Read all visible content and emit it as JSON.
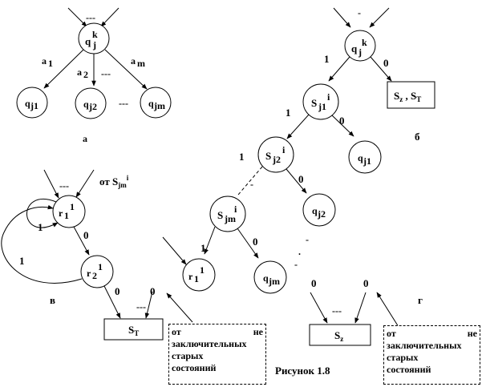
{
  "figure_caption": "Рисунок 1.8",
  "panels": {
    "a": {
      "label": "а",
      "top_node": "q",
      "top_sup": "k",
      "top_sub": "j",
      "children": [
        "q",
        "q",
        "q"
      ],
      "children_sub": [
        "j1",
        "j2",
        "jm"
      ],
      "edge_labels": [
        "a",
        "a",
        "a"
      ],
      "edge_subs": [
        "1",
        "2",
        "m"
      ],
      "dots": "---",
      "between_dots": "---"
    },
    "b": {
      "label": "б",
      "top_node": "q",
      "top_sup": "k",
      "top_sub": "j",
      "bit_1": "1",
      "bit_0": "0",
      "box_text": "S",
      "box_sub_1": "z",
      "box_sep": " , ",
      "box_sub_2": "T",
      "s_nodes": [
        {
          "text": "S",
          "sub": "j1",
          "sup": "i"
        },
        {
          "text": "S",
          "sub": "j2",
          "sup": "i"
        },
        {
          "text": "S",
          "sub": "jm",
          "sup": "i"
        }
      ],
      "q_nodes": [
        {
          "text": "q",
          "sub": "j1"
        },
        {
          "text": "q",
          "sub": "j2"
        }
      ]
    },
    "v": {
      "label": "в",
      "from_text": "от S",
      "from_sub": "jm",
      "from_sup": "i",
      "node_r1": "r",
      "node_r1_sub": "1",
      "node_r1_sup": "1",
      "node_r2": "r",
      "node_r2_sub": "2",
      "node_r2_sup": "1",
      "loop_1": "1",
      "loop_back_1": "1",
      "edge_0": "0",
      "out_0": "0",
      "dots": "---",
      "box_text": "S",
      "box_sub": "T",
      "note_lines": [
        "от",
        "не",
        "заключительных",
        "старых",
        "состояний"
      ]
    },
    "g": {
      "label": "г",
      "r_node": "r",
      "r_sub": "1",
      "r_sup": "1",
      "q_node": "q",
      "q_sub": "jm",
      "edge_1": "1",
      "edge_0": "0",
      "in_0a": "0",
      "in_0b": "0",
      "dots": "---",
      "box_text": "S",
      "box_sub": "z",
      "note_lines": [
        "от",
        "не",
        "заключительных",
        "старых",
        "состояний"
      ]
    }
  }
}
